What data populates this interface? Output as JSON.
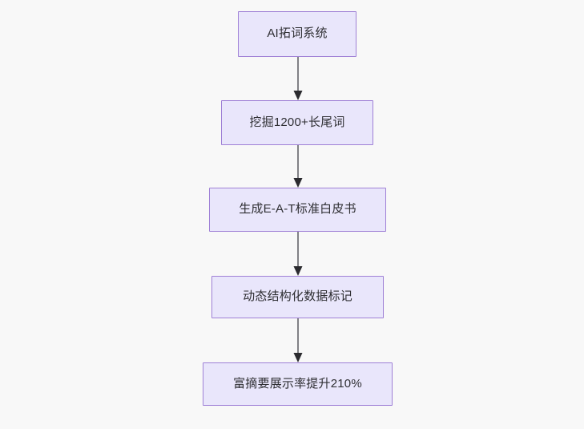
{
  "diagram": {
    "type": "flowchart",
    "direction": "top-to-bottom",
    "background_color": "#f8f8f8",
    "node_fill_color": "#e9e6fb",
    "node_border_color": "#9f80d6",
    "node_text_color": "#2f2f33",
    "edge_color": "#74747a",
    "arrowhead_color": "#2b2b2f",
    "nodes": [
      {
        "id": "n1",
        "label": "AI拓词系统"
      },
      {
        "id": "n2",
        "label": "挖掘1200+长尾词"
      },
      {
        "id": "n3",
        "label": "生成E-A-T标准白皮书"
      },
      {
        "id": "n4",
        "label": "动态结构化数据标记"
      },
      {
        "id": "n5",
        "label": "富摘要展示率提升210%"
      }
    ],
    "edges": [
      {
        "from": "n1",
        "to": "n2"
      },
      {
        "from": "n2",
        "to": "n3"
      },
      {
        "from": "n3",
        "to": "n4"
      },
      {
        "from": "n4",
        "to": "n5"
      }
    ]
  }
}
